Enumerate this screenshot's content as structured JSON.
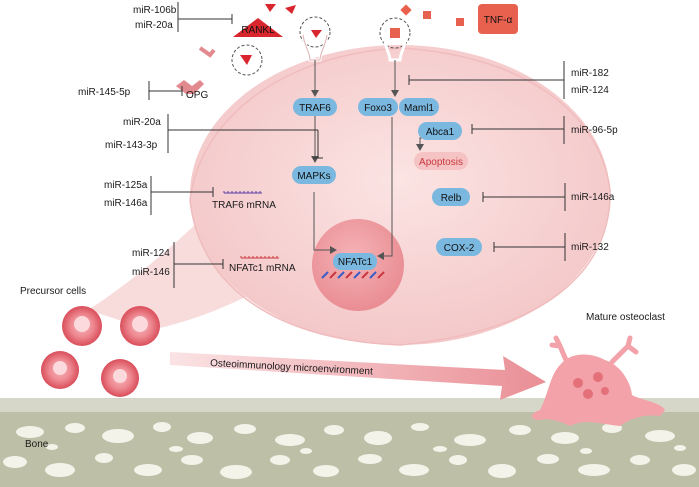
{
  "ligands": {
    "rankl": "RANKL",
    "tnf": "TNF-α",
    "opg": "OPG"
  },
  "signaling": {
    "traf6": "TRAF6",
    "foxo3": "Foxo3",
    "maml1": "Maml1",
    "mapks": "MAPKs",
    "nfatc1": "NFATc1",
    "abca1": "Abca1",
    "apoptosis": "Apoptosis",
    "relb": "Relb",
    "cox2": "COX-2",
    "traf6_mrna": "TRAF6 mRNA",
    "nfatc1_mrna": "NFATc1 mRNA"
  },
  "mirnas": {
    "rankl_group": [
      "miR-106b",
      "miR-20a"
    ],
    "opg": "miR-145-5p",
    "mapk_group": [
      "miR-20a",
      "miR-143-3p"
    ],
    "traf6_mrna_group": [
      "miR-125a",
      "miR-146a"
    ],
    "nfatc1_mrna_group": [
      "miR-124",
      "miR-146"
    ],
    "foxo_group": [
      "miR-182",
      "miR-124"
    ],
    "abca1": "miR-96-5p",
    "relb": "miR-146a",
    "cox2": "miR-132"
  },
  "labels": {
    "precursor": "Precursor cells",
    "mature": "Mature osteoclast",
    "micro": "Osteoimmunology microenvironment",
    "bone": "Bone"
  },
  "colors": {
    "node_fill": "#7ab8e0",
    "cell_fill": "#f9dedd",
    "ligand_red": "#d9262e",
    "tnf_red": "#e8604e",
    "bone_band": "#d5d6c6",
    "bone_bg": "#bfc1a9",
    "precursor_red": "#de5a63"
  }
}
